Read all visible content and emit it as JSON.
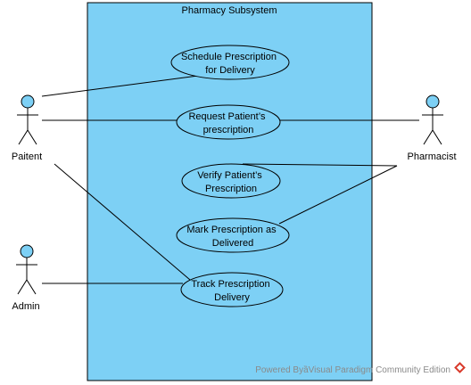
{
  "system": {
    "title": "Pharmacy Subsystem",
    "fill_color": "#7dd0f5"
  },
  "actors": {
    "paitent": "Paitent",
    "pharmacist": "Pharmacist",
    "admin": "Admin"
  },
  "use_cases": {
    "schedule_delivery": [
      "Schedule Prescription",
      "for Delivery"
    ],
    "request_prescription": [
      "Request Patient’s",
      "prescription"
    ],
    "verify_prescription": [
      "Verify Patient’s",
      "Prescription"
    ],
    "mark_delivered": [
      "Mark Prescription as",
      "Delivered"
    ],
    "track_delivery": [
      "Track Prescription",
      "Delivery"
    ]
  },
  "watermark": {
    "text": "Powered ByȁVisual Paradigm Community Edition",
    "icon": "visual-paradigm-logo-icon"
  }
}
